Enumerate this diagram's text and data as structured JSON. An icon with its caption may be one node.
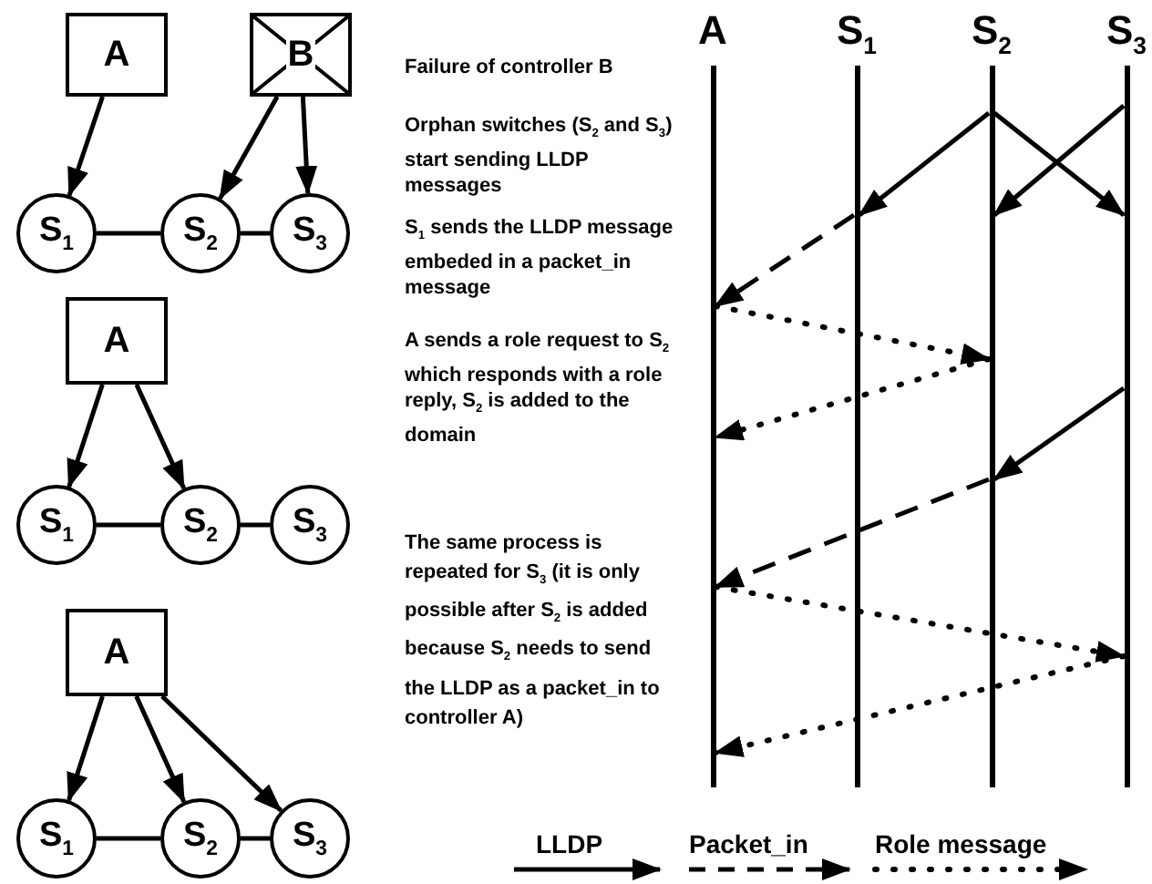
{
  "diagram": {
    "nodes": [
      {
        "text": [
          "A"
        ]
      },
      {
        "text": [
          "B"
        ]
      },
      {
        "text": [
          "S$_{1}$"
        ]
      },
      {
        "text": [
          "S$_{2}$"
        ]
      },
      {
        "text": [
          "S$_{3}$"
        ]
      },
      {
        "text": [
          "A"
        ]
      },
      {
        "text": [
          "S$_{1}$"
        ]
      },
      {
        "text": [
          "S$_{2}$"
        ]
      },
      {
        "text": [
          "S$_{3}$"
        ]
      },
      {
        "text": [
          "A"
        ]
      },
      {
        "text": [
          "S$_{1}$"
        ]
      },
      {
        "text": [
          "S$_{2}$"
        ]
      },
      {
        "text": [
          "S$_{3}$"
        ]
      },
      {
        "text": [
          "A"
        ]
      },
      {
        "text": [
          "S$_{1}$"
        ]
      },
      {
        "text": [
          "S$_{2}$"
        ]
      },
      {
        "text": [
          "S$_{3}$"
        ]
      }
    ],
    "edges": [
      {
        "from": 0,
        "to": 2,
        "arrow": "to"
      },
      {
        "from": 1,
        "to": 3,
        "arrow": "to"
      },
      {
        "from": 1,
        "to": 4,
        "arrow": "to"
      },
      {
        "from": 2,
        "to": 3,
        "arrow": "none"
      },
      {
        "from": 3,
        "to": 4,
        "arrow": "none"
      },
      {
        "from": 5,
        "to": 6,
        "arrow": "to"
      },
      {
        "from": 5,
        "to": 7,
        "arrow": "to"
      },
      {
        "from": 6,
        "to": 7,
        "arrow": "none"
      },
      {
        "from": 7,
        "to": 8,
        "arrow": "none"
      },
      {
        "from": 9,
        "to": 10,
        "arrow": "to"
      },
      {
        "from": 9,
        "to": 11,
        "arrow": "to"
      },
      {
        "from": 9,
        "to": 12,
        "arrow": "to"
      },
      {
        "from": 10,
        "to": 11,
        "arrow": "none"
      },
      {
        "from": 11,
        "to": 12,
        "arrow": "none"
      },
      {
        "from": 15,
        "to": 14,
        "arrow": "to"
      },
      {
        "from": 16,
        "to": 15,
        "arrow": "to"
      },
      {
        "from": 15,
        "to": 16,
        "arrow": "to"
      },
      {
        "from": 14,
        "to": 13,
        "arrow": "to",
        "style": "dashed"
      },
      {
        "from": 13,
        "to": 15,
        "arrow": "to",
        "style": "dashed"
      },
      {
        "from": 15,
        "to": 13,
        "arrow": "to",
        "style": "dashed"
      },
      {
        "from": 16,
        "to": 15,
        "arrow": "to"
      },
      {
        "from": 15,
        "to": 13,
        "arrow": "to",
        "style": "dashed"
      },
      {
        "from": 13,
        "to": 16,
        "arrow": "to",
        "style": "dashed"
      },
      {
        "from": 16,
        "to": 13,
        "arrow": "to",
        "style": "dashed"
      }
    ],
    "labels": [
      "Failure of controller B",
      "Orphan switches (S$_{2}$ and S$_{3}$) start sending LLDP messages",
      "S$_{1}$ sends the LLDP message embeded in a packet_in message",
      "A sends a role request to S$_{2}$ which responds with a role reply, S$_{2}$ is added to the domain",
      "The same process is repeated for S$_{3}$ (it is only possible after S$_{2}$ is added because S$_{2}$ needs to send the LLDP as a packet_in to controller A)"
    ],
    "legend": [
      {
        "text": "LLDP"
      },
      {
        "text": "Packet_in"
      },
      {
        "text": "Role message"
      }
    ]
  }
}
